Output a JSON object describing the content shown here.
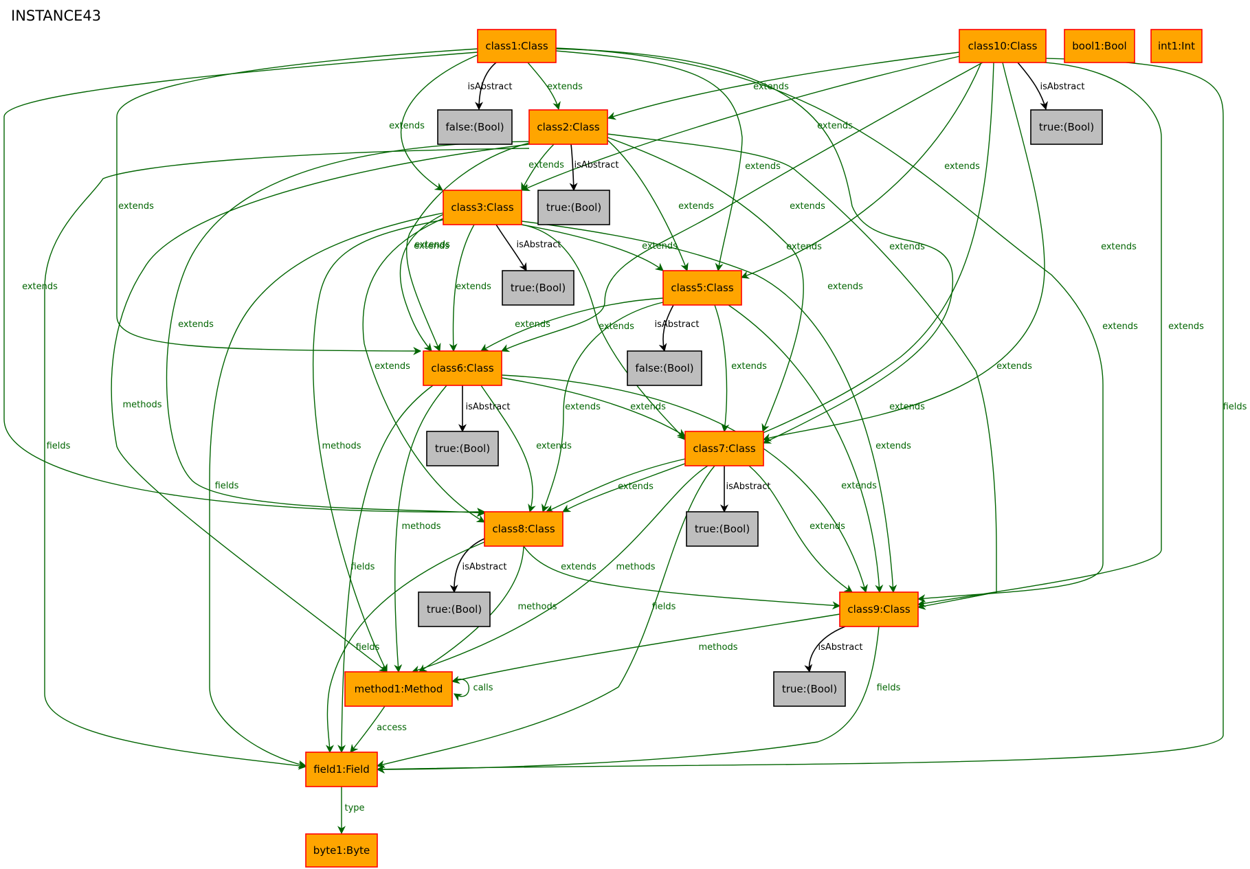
{
  "title": "INSTANCE43",
  "colors": {
    "class_fill": "#ffa500",
    "class_border": "#ff0000",
    "value_fill": "#bebebe",
    "value_border": "#000000",
    "reference_edge": "#006400",
    "attribute_edge": "#000000"
  },
  "nodes": [
    {
      "id": "class1",
      "label": "class1:Class",
      "kind": "class"
    },
    {
      "id": "class10",
      "label": "class10:Class",
      "kind": "class"
    },
    {
      "id": "bool1",
      "label": "bool1:Bool",
      "kind": "class"
    },
    {
      "id": "int1",
      "label": "int1:Int",
      "kind": "class"
    },
    {
      "id": "v_false1",
      "label": "false:(Bool)",
      "kind": "value"
    },
    {
      "id": "class2",
      "label": "class2:Class",
      "kind": "class"
    },
    {
      "id": "v_true10",
      "label": "true:(Bool)",
      "kind": "value"
    },
    {
      "id": "class3",
      "label": "class3:Class",
      "kind": "class"
    },
    {
      "id": "v_true2",
      "label": "true:(Bool)",
      "kind": "value"
    },
    {
      "id": "v_true3",
      "label": "true:(Bool)",
      "kind": "value"
    },
    {
      "id": "class5",
      "label": "class5:Class",
      "kind": "class"
    },
    {
      "id": "class6",
      "label": "class6:Class",
      "kind": "class"
    },
    {
      "id": "v_false5",
      "label": "false:(Bool)",
      "kind": "value"
    },
    {
      "id": "v_true6",
      "label": "true:(Bool)",
      "kind": "value"
    },
    {
      "id": "class7",
      "label": "class7:Class",
      "kind": "class"
    },
    {
      "id": "class8",
      "label": "class8:Class",
      "kind": "class"
    },
    {
      "id": "v_true7",
      "label": "true:(Bool)",
      "kind": "value"
    },
    {
      "id": "v_true8",
      "label": "true:(Bool)",
      "kind": "value"
    },
    {
      "id": "class9",
      "label": "class9:Class",
      "kind": "class"
    },
    {
      "id": "method1",
      "label": "method1:Method",
      "kind": "class"
    },
    {
      "id": "v_true9",
      "label": "true:(Bool)",
      "kind": "value"
    },
    {
      "id": "field1",
      "label": "field1:Field",
      "kind": "class"
    },
    {
      "id": "byte1",
      "label": "byte1:Byte",
      "kind": "class"
    }
  ],
  "edges": [
    {
      "id": "e1",
      "from": "class1",
      "to": "v_false1",
      "label": "isAbstract",
      "kind": "attribute"
    },
    {
      "id": "e2",
      "from": "class1",
      "to": "class2",
      "label": "extends",
      "kind": "reference"
    },
    {
      "id": "e3",
      "from": "class1",
      "to": "class3",
      "label": "extends",
      "kind": "reference"
    },
    {
      "id": "e4",
      "from": "class1",
      "to": "class6",
      "label": "extends",
      "kind": "reference"
    },
    {
      "id": "e5",
      "from": "class1",
      "to": "class8",
      "label": "extends",
      "kind": "reference"
    },
    {
      "id": "e6",
      "from": "class1",
      "to": "class5",
      "label": "extends",
      "kind": "reference"
    },
    {
      "id": "e7",
      "from": "class1",
      "to": "class7",
      "label": "extends",
      "kind": "reference"
    },
    {
      "id": "e8",
      "from": "class1",
      "to": "class9",
      "label": "extends",
      "kind": "reference"
    },
    {
      "id": "e9",
      "from": "class10",
      "to": "v_true10",
      "label": "isAbstract",
      "kind": "attribute"
    },
    {
      "id": "e10",
      "from": "class10",
      "to": "class2",
      "label": "extends",
      "kind": "reference"
    },
    {
      "id": "e11",
      "from": "class10",
      "to": "class3",
      "label": "extends",
      "kind": "reference"
    },
    {
      "id": "e12",
      "from": "class10",
      "to": "class5",
      "label": "extends",
      "kind": "reference"
    },
    {
      "id": "e13",
      "from": "class10",
      "to": "class6",
      "label": "extends",
      "kind": "reference"
    },
    {
      "id": "e14",
      "from": "class10",
      "to": "class8",
      "label": "extends",
      "kind": "reference"
    },
    {
      "id": "e15",
      "from": "class10",
      "to": "class7",
      "label": "extends",
      "kind": "reference"
    },
    {
      "id": "e16",
      "from": "class10",
      "to": "class9",
      "label": "extends",
      "kind": "reference"
    },
    {
      "id": "e17",
      "from": "class10",
      "to": "field1",
      "label": "fields",
      "kind": "reference"
    },
    {
      "id": "e18",
      "from": "class2",
      "to": "v_true2",
      "label": "isAbstract",
      "kind": "attribute"
    },
    {
      "id": "e19",
      "from": "class2",
      "to": "class3",
      "label": "extends",
      "kind": "reference"
    },
    {
      "id": "e20",
      "from": "class2",
      "to": "class6",
      "label": "extends",
      "kind": "reference"
    },
    {
      "id": "e21",
      "from": "class2",
      "to": "class8",
      "label": "extends",
      "kind": "reference"
    },
    {
      "id": "e22",
      "from": "class2",
      "to": "class5",
      "label": "extends",
      "kind": "reference"
    },
    {
      "id": "e23",
      "from": "class2",
      "to": "class7",
      "label": "extends",
      "kind": "reference"
    },
    {
      "id": "e24",
      "from": "class2",
      "to": "class9",
      "label": "extends",
      "kind": "reference"
    },
    {
      "id": "e25",
      "from": "class2",
      "to": "method1",
      "label": "methods",
      "kind": "reference"
    },
    {
      "id": "e26",
      "from": "class2",
      "to": "field1",
      "label": "fields",
      "kind": "reference"
    },
    {
      "id": "e27",
      "from": "class3",
      "to": "v_true3",
      "label": "isAbstract",
      "kind": "attribute"
    },
    {
      "id": "e28",
      "from": "class3",
      "to": "class5",
      "label": "extends",
      "kind": "reference"
    },
    {
      "id": "e29",
      "from": "class3",
      "to": "class6",
      "label": "extends",
      "kind": "reference"
    },
    {
      "id": "e30",
      "from": "class3",
      "to": "class6",
      "label": "extends",
      "kind": "reference"
    },
    {
      "id": "e31",
      "from": "class3",
      "to": "class8",
      "label": "extends",
      "kind": "reference"
    },
    {
      "id": "e32",
      "from": "class3",
      "to": "class7",
      "label": "extends",
      "kind": "reference"
    },
    {
      "id": "e33",
      "from": "class3",
      "to": "class9",
      "label": "extends",
      "kind": "reference"
    },
    {
      "id": "e34",
      "from": "class3",
      "to": "method1",
      "label": "methods",
      "kind": "reference"
    },
    {
      "id": "e35",
      "from": "class3",
      "to": "field1",
      "label": "fields",
      "kind": "reference"
    },
    {
      "id": "e36",
      "from": "class5",
      "to": "v_false5",
      "label": "isAbstract",
      "kind": "attribute"
    },
    {
      "id": "e37",
      "from": "class5",
      "to": "class6",
      "label": "extends",
      "kind": "reference"
    },
    {
      "id": "e38",
      "from": "class5",
      "to": "class8",
      "label": "extends",
      "kind": "reference"
    },
    {
      "id": "e39",
      "from": "class5",
      "to": "class7",
      "label": "extends",
      "kind": "reference"
    },
    {
      "id": "e40",
      "from": "class5",
      "to": "class9",
      "label": "extends",
      "kind": "reference"
    },
    {
      "id": "e41",
      "from": "class6",
      "to": "v_true6",
      "label": "isAbstract",
      "kind": "attribute"
    },
    {
      "id": "e42",
      "from": "class6",
      "to": "class7",
      "label": "extends",
      "kind": "reference"
    },
    {
      "id": "e43",
      "from": "class6",
      "to": "class8",
      "label": "extends",
      "kind": "reference"
    },
    {
      "id": "e44",
      "from": "class6",
      "to": "class9",
      "label": "extends",
      "kind": "reference"
    },
    {
      "id": "e45",
      "from": "class6",
      "to": "method1",
      "label": "methods",
      "kind": "reference"
    },
    {
      "id": "e46",
      "from": "class6",
      "to": "field1",
      "label": "fields",
      "kind": "reference"
    },
    {
      "id": "e47",
      "from": "class7",
      "to": "v_true7",
      "label": "isAbstract",
      "kind": "attribute"
    },
    {
      "id": "e48",
      "from": "class7",
      "to": "class8",
      "label": "extends",
      "kind": "reference"
    },
    {
      "id": "e49",
      "from": "class7",
      "to": "class9",
      "label": "extends",
      "kind": "reference"
    },
    {
      "id": "e50",
      "from": "class7",
      "to": "method1",
      "label": "methods",
      "kind": "reference"
    },
    {
      "id": "e51",
      "from": "class7",
      "to": "field1",
      "label": "fields",
      "kind": "reference"
    },
    {
      "id": "e52",
      "from": "class8",
      "to": "v_true8",
      "label": "isAbstract",
      "kind": "attribute"
    },
    {
      "id": "e53",
      "from": "class8",
      "to": "class9",
      "label": "extends",
      "kind": "reference"
    },
    {
      "id": "e54",
      "from": "class8",
      "to": "method1",
      "label": "methods",
      "kind": "reference"
    },
    {
      "id": "e55",
      "from": "class8",
      "to": "field1",
      "label": "fields",
      "kind": "reference"
    },
    {
      "id": "e56",
      "from": "class9",
      "to": "v_true9",
      "label": "isAbstract",
      "kind": "attribute"
    },
    {
      "id": "e57",
      "from": "class9",
      "to": "method1",
      "label": "methods",
      "kind": "reference"
    },
    {
      "id": "e58",
      "from": "class9",
      "to": "field1",
      "label": "fields",
      "kind": "reference"
    },
    {
      "id": "e59",
      "from": "method1",
      "to": "method1",
      "label": "calls",
      "kind": "reference"
    },
    {
      "id": "e60",
      "from": "method1",
      "to": "field1",
      "label": "access",
      "kind": "reference"
    },
    {
      "id": "e61",
      "from": "field1",
      "to": "byte1",
      "label": "type",
      "kind": "reference"
    }
  ]
}
